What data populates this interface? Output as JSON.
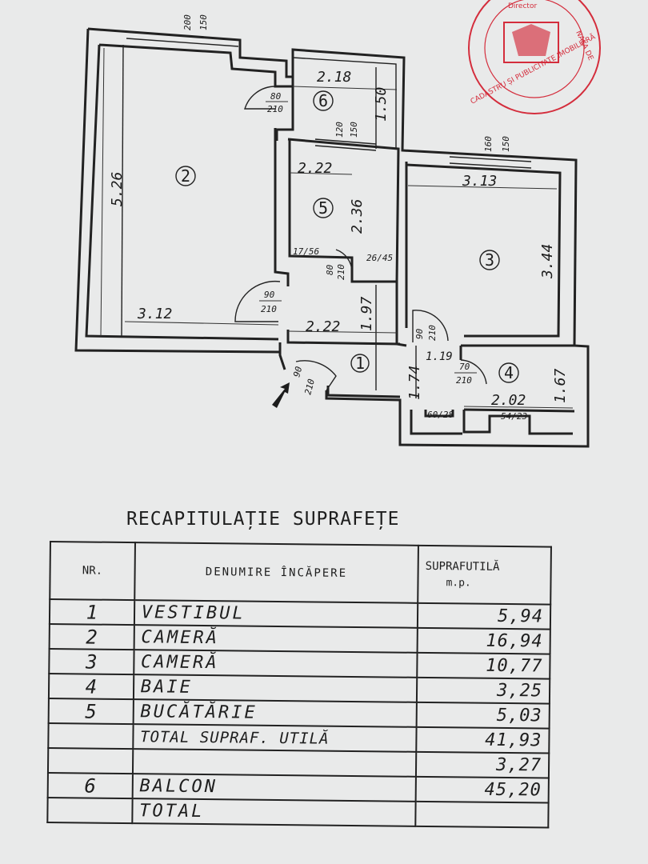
{
  "plan": {
    "dimensions": {
      "r2_height": "5.26",
      "r2_width": "3.12",
      "r6_width": "2.18",
      "r6_depth": "1.50",
      "r5_width": "2.22",
      "r5_height": "2.36",
      "r3_width": "3.13",
      "r3_height": "3.44",
      "r1_width": "2.22",
      "r1_height": "1.97",
      "r1_depth": "1.74",
      "r1_small": "1.19",
      "r4_width": "2.02",
      "r4_height": "1.67"
    },
    "windows": {
      "w_r2_a": "200",
      "w_r2_b": "150",
      "w_r5_a": "120",
      "w_r5_b": "150",
      "w_r3_a": "160",
      "w_r3_b": "150"
    },
    "doors": {
      "d6_a": "80",
      "d6_b": "210",
      "d2_a": "90",
      "d2_b": "210",
      "d5_a": "80",
      "d5_b": "210",
      "d3_a": "90",
      "d3_b": "210",
      "d4_a": "70",
      "d4_b": "210",
      "entry_a": "90",
      "entry_b": "210"
    },
    "niches": {
      "n1": "17/56",
      "n2": "26/45",
      "n3": "60/28",
      "n4": "54/23"
    },
    "room_numbers": [
      "1",
      "2",
      "3",
      "4",
      "5",
      "6"
    ],
    "stamp": {
      "line1": "NALA DE",
      "line2": "CADASTRU ȘI PUBLICITATE IMOBILIARĂ",
      "line3": "Director"
    }
  },
  "table": {
    "title": "RECAPITULAȚIE SUPRAFEȚE",
    "headers": {
      "nr": "NR.",
      "name": "DENUMIRE ÎNCĂPERE",
      "area": "SUPRAFUTILĂ",
      "unit": "m.p."
    },
    "rows": [
      {
        "nr": "1",
        "name": "VESTIBUL",
        "area": "5,94"
      },
      {
        "nr": "2",
        "name": "CAMERĂ",
        "area": "16,94"
      },
      {
        "nr": "3",
        "name": "CAMERĂ",
        "area": "10,77"
      },
      {
        "nr": "4",
        "name": "BAIE",
        "area": "3,25"
      },
      {
        "nr": "5",
        "name": "BUCĂTĂRIE",
        "area": "5,03"
      },
      {
        "nr": "",
        "name": "TOTAL SUPRAF. UTILĂ",
        "area": "41,93"
      },
      {
        "nr": "",
        "name": "",
        "area": "3,27"
      },
      {
        "nr": "6",
        "name": "BALCON",
        "area": "45,20"
      },
      {
        "nr": "",
        "name": "TOTAL",
        "area": ""
      }
    ]
  },
  "colors": {
    "ink": "#1e1e1e",
    "paper": "#e9eaea",
    "stamp": "#d42d3c"
  }
}
